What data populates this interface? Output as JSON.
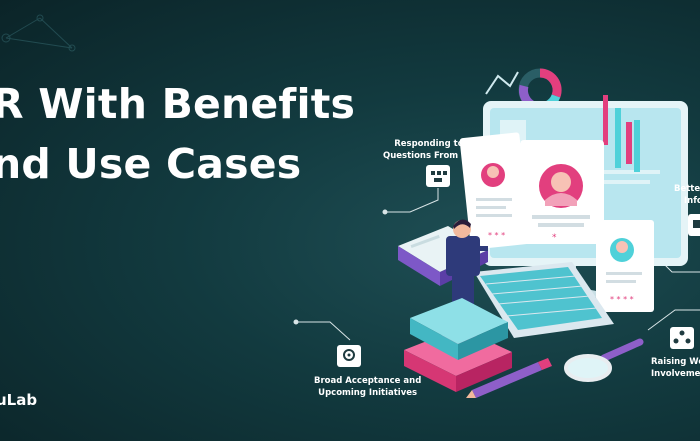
{
  "headline": {
    "line1": "R With Benefits",
    "line2": "nd Use Cases"
  },
  "brand": "uLab",
  "labels": {
    "responding": [
      "Responding to",
      "Questions From HR"
    ],
    "broad": [
      "Broad Acceptance and",
      "Upcoming Initiatives"
    ],
    "raising": [
      "Raising Wor",
      "Involveme"
    ],
    "better": [
      "Better",
      "Info"
    ]
  },
  "colors": {
    "background": "#123a3f",
    "accent_pink": "#e23f7e",
    "accent_teal": "#4fd1d9",
    "monitor_screen": "#b8e6ef",
    "keyboard": "#dbe8ef"
  },
  "icons": [
    "network-icon",
    "gear-people-icon",
    "hierarchy-icon",
    "document-icon",
    "magnifier-icon",
    "pencil-icon",
    "donut-chart-icon",
    "bar-chart-icon"
  ]
}
